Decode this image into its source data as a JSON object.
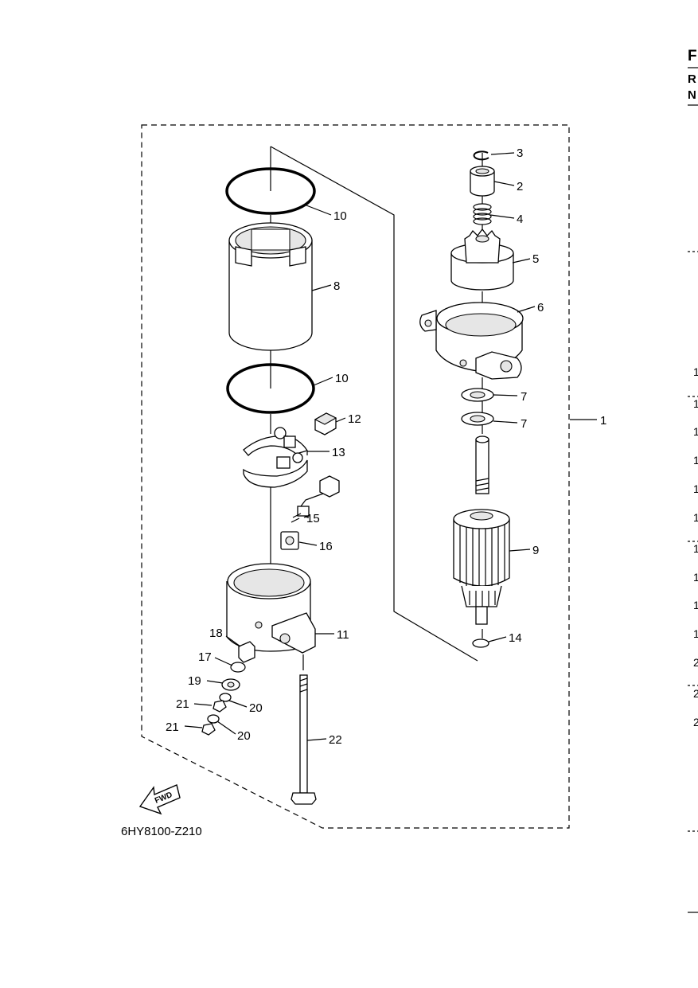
{
  "diagram_code": "6HY8100-Z210",
  "fwd_label": "FWD",
  "callouts": [
    "1",
    "2",
    "3",
    "4",
    "5",
    "6",
    "7",
    "7",
    "8",
    "9",
    "10",
    "10",
    "11",
    "12",
    "13",
    "14",
    "15",
    "16",
    "17",
    "18",
    "19",
    "20",
    "20",
    "21",
    "21",
    "22"
  ],
  "right_margin": {
    "header_letters": [
      "F",
      "R",
      "N"
    ],
    "row_numbers": [
      "1",
      "1",
      "1",
      "1",
      "1",
      "1",
      "1",
      "1",
      "1",
      "1",
      "2",
      "2",
      "2"
    ]
  }
}
